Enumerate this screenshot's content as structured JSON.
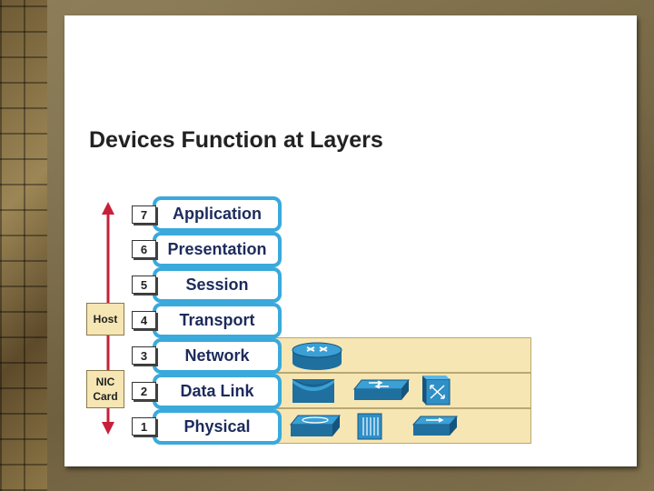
{
  "title": "Devices Function at Layers",
  "layers": [
    {
      "number": "7",
      "name": "Application"
    },
    {
      "number": "6",
      "name": "Presentation"
    },
    {
      "number": "5",
      "name": "Session"
    },
    {
      "number": "4",
      "name": "Transport"
    },
    {
      "number": "3",
      "name": "Network"
    },
    {
      "number": "2",
      "name": "Data Link"
    },
    {
      "number": "1",
      "name": "Physical"
    }
  ],
  "side_labels": {
    "host": "Host",
    "nic_line1": "NIC",
    "nic_line2": "Card"
  },
  "devices": {
    "network": [
      "router-icon"
    ],
    "data_link": [
      "bridge-icon",
      "switch-icon",
      "multilayer-switch-icon"
    ],
    "physical": [
      "hub-icon",
      "patch-panel-icon",
      "repeater-icon"
    ]
  },
  "colors": {
    "layer_border": "#3aa9dc",
    "band_fill": "#f6e6b4",
    "arrow": "#c8203a",
    "device": "#2f8fc6"
  }
}
